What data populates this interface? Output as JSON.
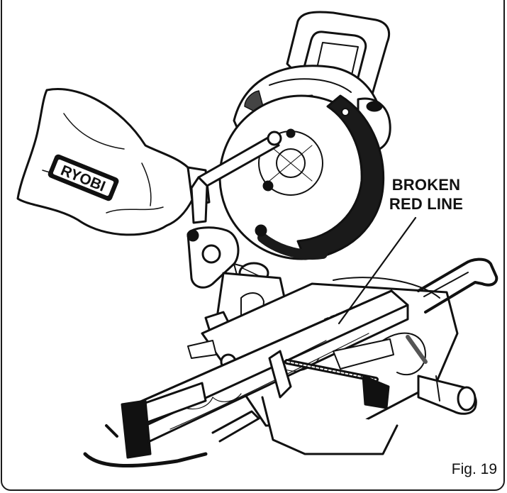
{
  "figure": {
    "label": "Fig. 19",
    "callout_lines": [
      "BROKEN",
      "RED LINE"
    ],
    "brand": "RYOBI"
  },
  "colors": {
    "ink": "#111111",
    "background": "#ffffff",
    "blade_band": "#1a1a1a"
  }
}
